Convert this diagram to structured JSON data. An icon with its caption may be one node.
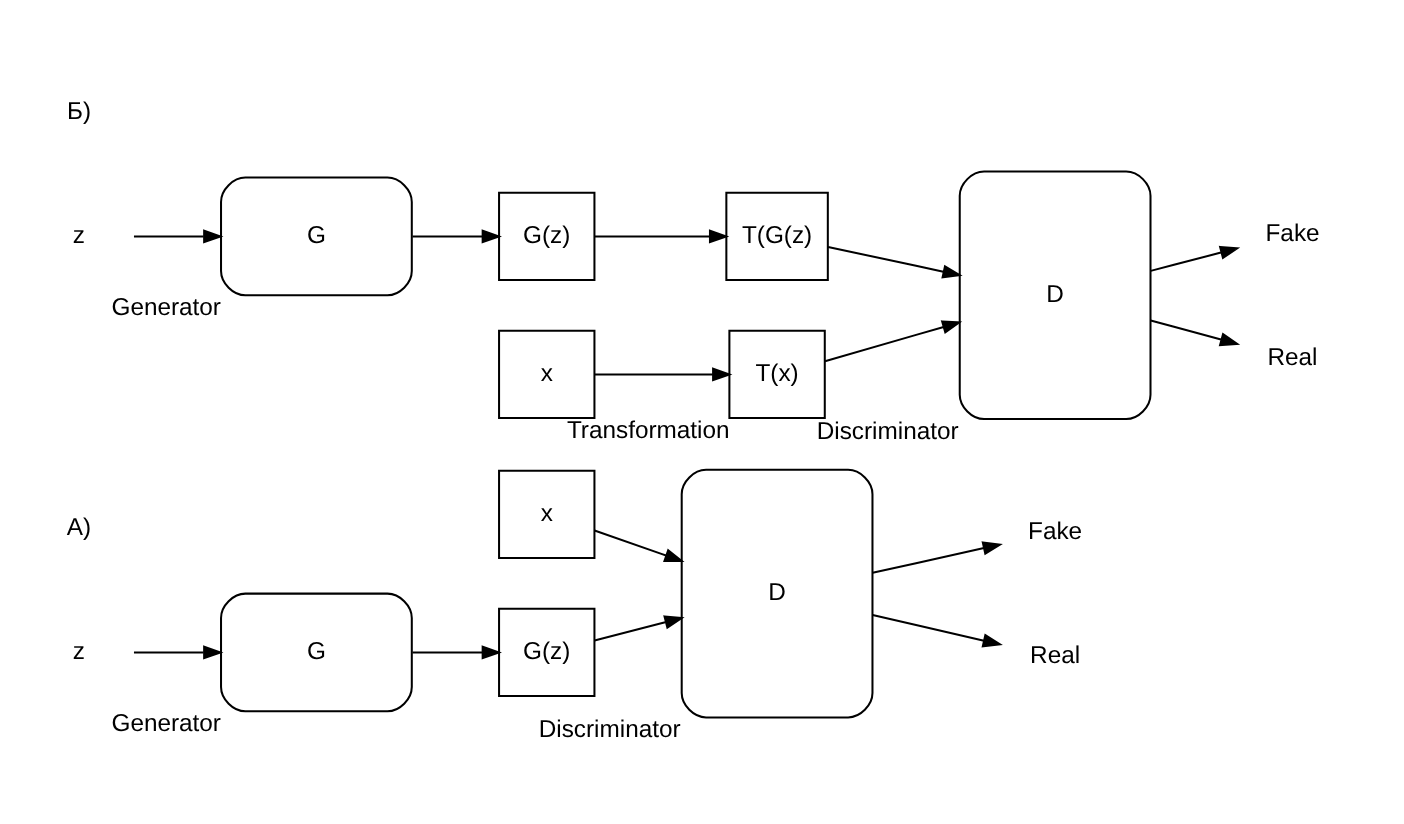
{
  "diagram": {
    "nodes": [
      {
        "text": [
          "x"
        ]
      },
      {
        "text": [
          "z"
        ]
      },
      {
        "text": [
          "G"
        ],
        "beside": [
          "Generator"
        ]
      },
      {
        "text": [
          "G(z)"
        ]
      },
      {
        "text": [
          "D"
        ],
        "beside": [
          "Discriminator"
        ]
      },
      {
        "text": [
          "Real"
        ]
      },
      {
        "text": [
          "Fake"
        ]
      },
      {
        "text": [
          "x"
        ]
      },
      {
        "text": [
          "T(x)"
        ],
        "beside": [
          "Transformation"
        ]
      },
      {
        "text": [
          "z"
        ]
      },
      {
        "text": [
          "G"
        ],
        "beside": [
          "Generator"
        ]
      },
      {
        "text": [
          "G(z)"
        ]
      },
      {
        "text": [
          "T(G(z)"
        ]
      },
      {
        "text": [
          "D"
        ],
        "beside": [
          "Discriminator"
        ]
      },
      {
        "text": [
          "Real"
        ]
      },
      {
        "text": [
          "Fake"
        ]
      }
    ],
    "edges": [
      {
        "from": 0,
        "to": 4,
        "arrow": "to"
      },
      {
        "from": 1,
        "to": 2,
        "arrow": "to"
      },
      {
        "from": 2,
        "to": 3,
        "arrow": "to"
      },
      {
        "from": 3,
        "to": 4,
        "arrow": "to"
      },
      {
        "from": 4,
        "to": 5,
        "arrow": "to"
      },
      {
        "from": 4,
        "to": 6,
        "arrow": "to"
      },
      {
        "from": 7,
        "to": 8,
        "arrow": "to"
      },
      {
        "from": 8,
        "to": 13,
        "arrow": "to"
      },
      {
        "from": 9,
        "to": 10,
        "arrow": "to"
      },
      {
        "from": 10,
        "to": 11,
        "arrow": "to"
      },
      {
        "from": 11,
        "to": 12,
        "arrow": "to"
      },
      {
        "from": 12,
        "to": 13,
        "arrow": "to"
      },
      {
        "from": 13,
        "to": 14,
        "arrow": "to"
      },
      {
        "from": 13,
        "to": 15,
        "arrow": "to"
      }
    ],
    "labels": [
      "A)",
      "Б)"
    ]
  }
}
